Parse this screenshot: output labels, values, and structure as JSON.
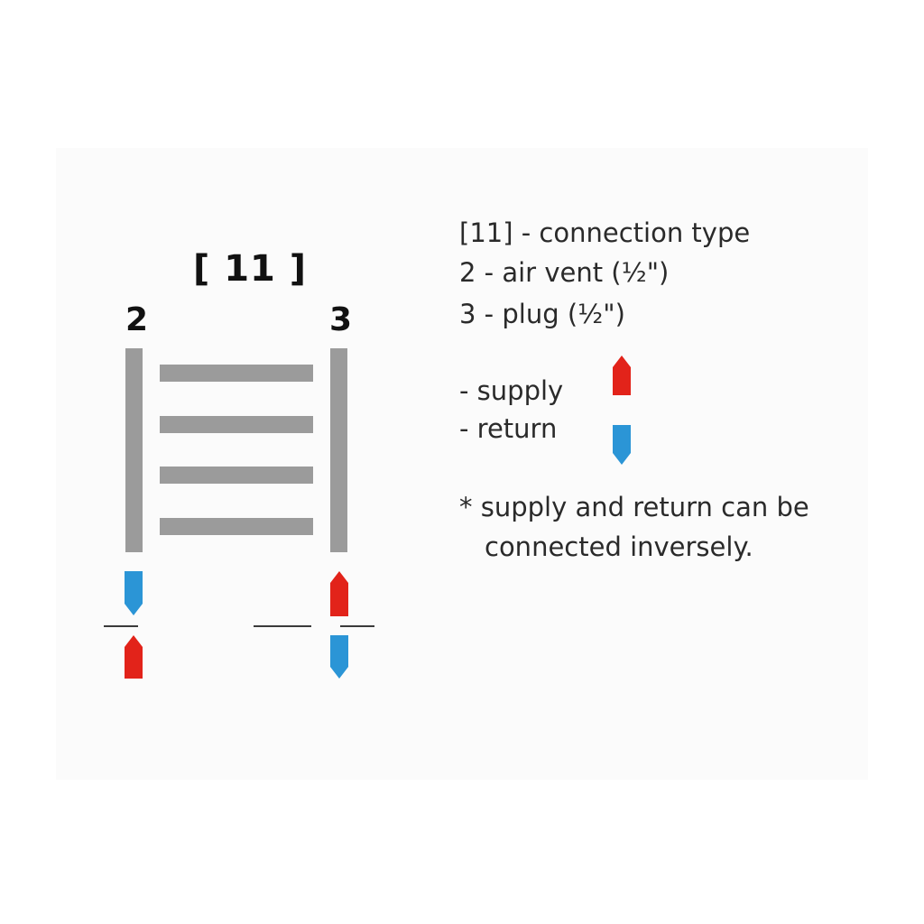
{
  "diagram": {
    "title": "[ 11 ]",
    "left_label": "2",
    "right_label": "3"
  },
  "legend": {
    "line1": "[11] - connection type",
    "line2": "2 - air vent (½\")",
    "line3": "3 - plug (½\")",
    "supply": "- supply",
    "return": "- return",
    "note_line1": "* supply and return can be",
    "note_line2": "connected inversely."
  },
  "colors": {
    "supply": "#e2231a",
    "return": "#2b95d6",
    "bars": "#9b9b9b"
  },
  "icons": {
    "supply": "supply-arrow-icon",
    "return": "return-arrow-icon"
  }
}
